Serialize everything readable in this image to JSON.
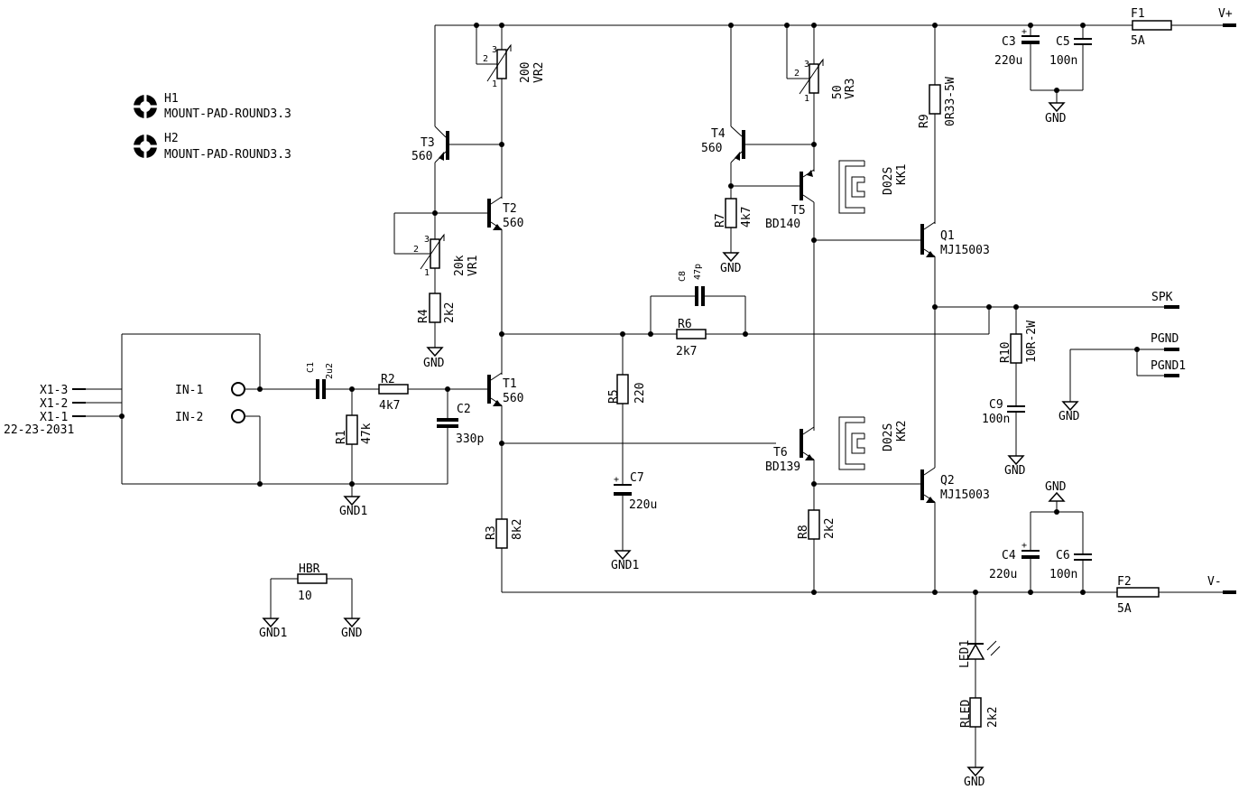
{
  "rails": {
    "vplus": "V+",
    "vminus": "V-",
    "spk": "SPK",
    "pgnd": "PGND",
    "pgnd1": "PGND1"
  },
  "mount": {
    "h1": "H1",
    "h2": "H2",
    "value": "MOUNT-PAD-ROUND3.3"
  },
  "connector": {
    "pin3": "X1-3",
    "pin2": "X1-2",
    "pin1": "X1-1",
    "part": "22-23-2031",
    "in1": "IN-1",
    "in2": "IN-2"
  },
  "resistors": {
    "r1": {
      "name": "R1",
      "value": "47k"
    },
    "r2": {
      "name": "R2",
      "value": "4k7"
    },
    "r3": {
      "name": "R3",
      "value": "8k2"
    },
    "r4": {
      "name": "R4",
      "value": "2k2"
    },
    "r5": {
      "name": "R5",
      "value": "220"
    },
    "r6": {
      "name": "R6",
      "value": "2k7"
    },
    "r7": {
      "name": "R7",
      "value": "4k7"
    },
    "r8": {
      "name": "R8",
      "value": "2k2"
    },
    "r9": {
      "name": "R9",
      "value": "0R33-5W"
    },
    "r10": {
      "name": "R10",
      "value": "10R-2W"
    },
    "rled": {
      "name": "RLED",
      "value": "2k2"
    },
    "hbr": {
      "name": "HBR",
      "value": "10"
    }
  },
  "capacitors": {
    "c1": {
      "name": "C1",
      "value": "2u2"
    },
    "c2": {
      "name": "C2",
      "value": "330p"
    },
    "c3": {
      "name": "C3",
      "value": "220u"
    },
    "c4": {
      "name": "C4",
      "value": "220u"
    },
    "c5": {
      "name": "C5",
      "value": "100n"
    },
    "c6": {
      "name": "C6",
      "value": "100n"
    },
    "c7": {
      "name": "C7",
      "value": "220u"
    },
    "c8": {
      "name": "C8",
      "value": "47p"
    },
    "c9": {
      "name": "C9",
      "value": "100n"
    }
  },
  "pots": {
    "vr1": {
      "name": "VR1",
      "value": "20k"
    },
    "vr2": {
      "name": "VR2",
      "value": "200"
    },
    "vr3": {
      "name": "VR3",
      "value": "50"
    }
  },
  "transistors": {
    "t1": {
      "name": "T1",
      "value": "560"
    },
    "t2": {
      "name": "T2",
      "value": "560"
    },
    "t3": {
      "name": "T3",
      "value": "560"
    },
    "t4": {
      "name": "T4",
      "value": "560"
    },
    "t5": {
      "name": "T5",
      "value": "BD140"
    },
    "t6": {
      "name": "T6",
      "value": "BD139"
    },
    "q1": {
      "name": "Q1",
      "value": "MJ15003"
    },
    "q2": {
      "name": "Q2",
      "value": "MJ15003"
    }
  },
  "heatsinks": {
    "kk1": {
      "name": "KK1",
      "value": "D02S"
    },
    "kk2": {
      "name": "KK2",
      "value": "D02S"
    }
  },
  "fuses": {
    "f1": {
      "name": "F1",
      "value": "5A"
    },
    "f2": {
      "name": "F2",
      "value": "5A"
    }
  },
  "led": {
    "name": "LED1"
  },
  "grounds": {
    "gnd": "GND",
    "gnd1": "GND1"
  },
  "pot_pins": {
    "p1": "1",
    "p2": "2",
    "p3": "3"
  },
  "polarity": {
    "plus": "+"
  }
}
